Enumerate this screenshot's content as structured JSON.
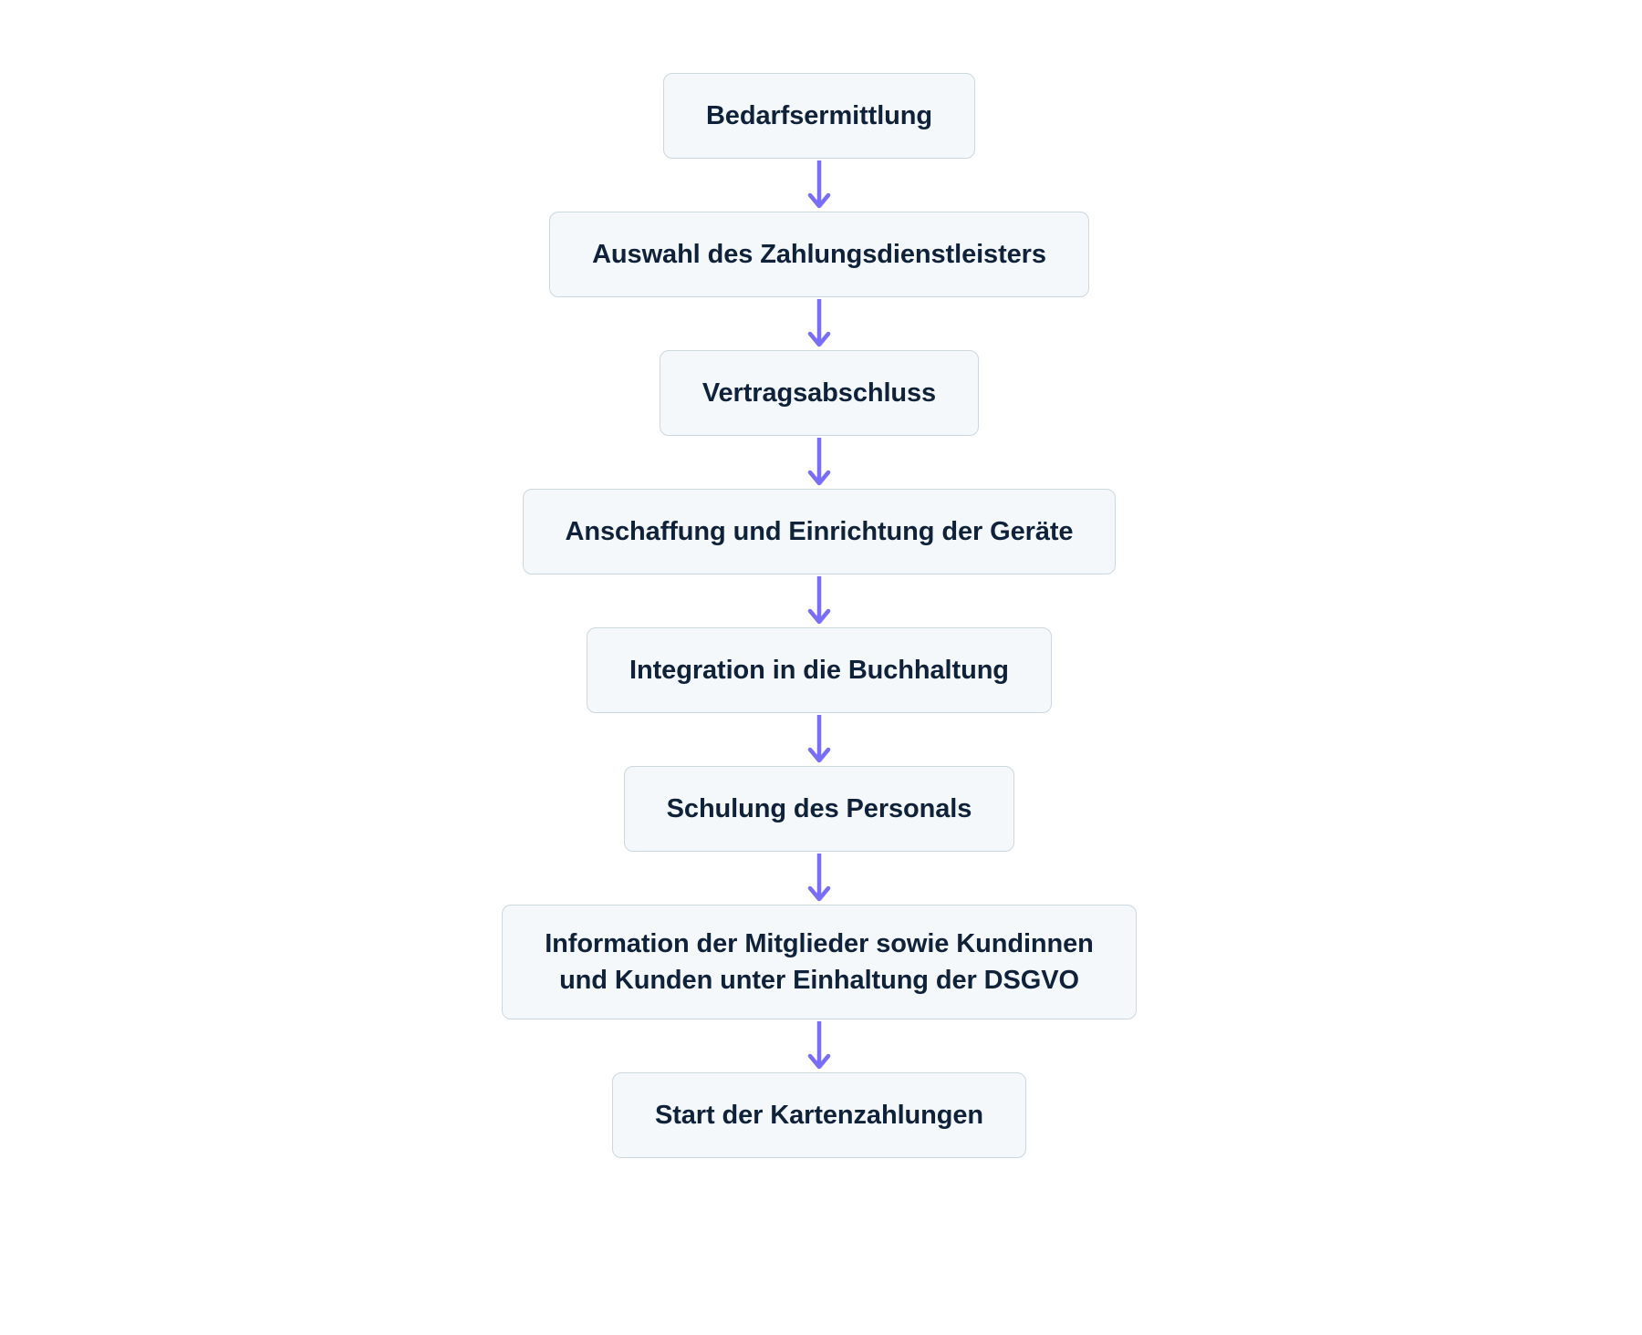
{
  "diagram": {
    "type": "flowchart",
    "orientation": "vertical-top-to-bottom",
    "background_color": "#ffffff",
    "node_fill_color": "#f4f8fb",
    "node_border_color": "#ccd7de",
    "node_text_color": "#0f2239",
    "arrow_color": "#7b6ef6",
    "nodes": [
      {
        "id": "n1",
        "label": "Bedarfsermittlung"
      },
      {
        "id": "n2",
        "label": "Auswahl des Zahlungsdienstleisters"
      },
      {
        "id": "n3",
        "label": "Vertragsabschluss"
      },
      {
        "id": "n4",
        "label": "Anschaffung und Einrichtung der Geräte"
      },
      {
        "id": "n5",
        "label": "Integration in die Buchhaltung"
      },
      {
        "id": "n6",
        "label": "Schulung des Personals"
      },
      {
        "id": "n7",
        "label": "Information der Mitglieder sowie Kundinnen\nund Kunden unter Einhaltung der DSGVO"
      },
      {
        "id": "n8",
        "label": "Start der Kartenzahlungen"
      }
    ],
    "edges": [
      {
        "from": "n1",
        "to": "n2",
        "label": ""
      },
      {
        "from": "n2",
        "to": "n3",
        "label": ""
      },
      {
        "from": "n3",
        "to": "n4",
        "label": ""
      },
      {
        "from": "n4",
        "to": "n5",
        "label": ""
      },
      {
        "from": "n5",
        "to": "n6",
        "label": ""
      },
      {
        "from": "n6",
        "to": "n7",
        "label": ""
      },
      {
        "from": "n7",
        "to": "n8",
        "label": ""
      }
    ]
  }
}
